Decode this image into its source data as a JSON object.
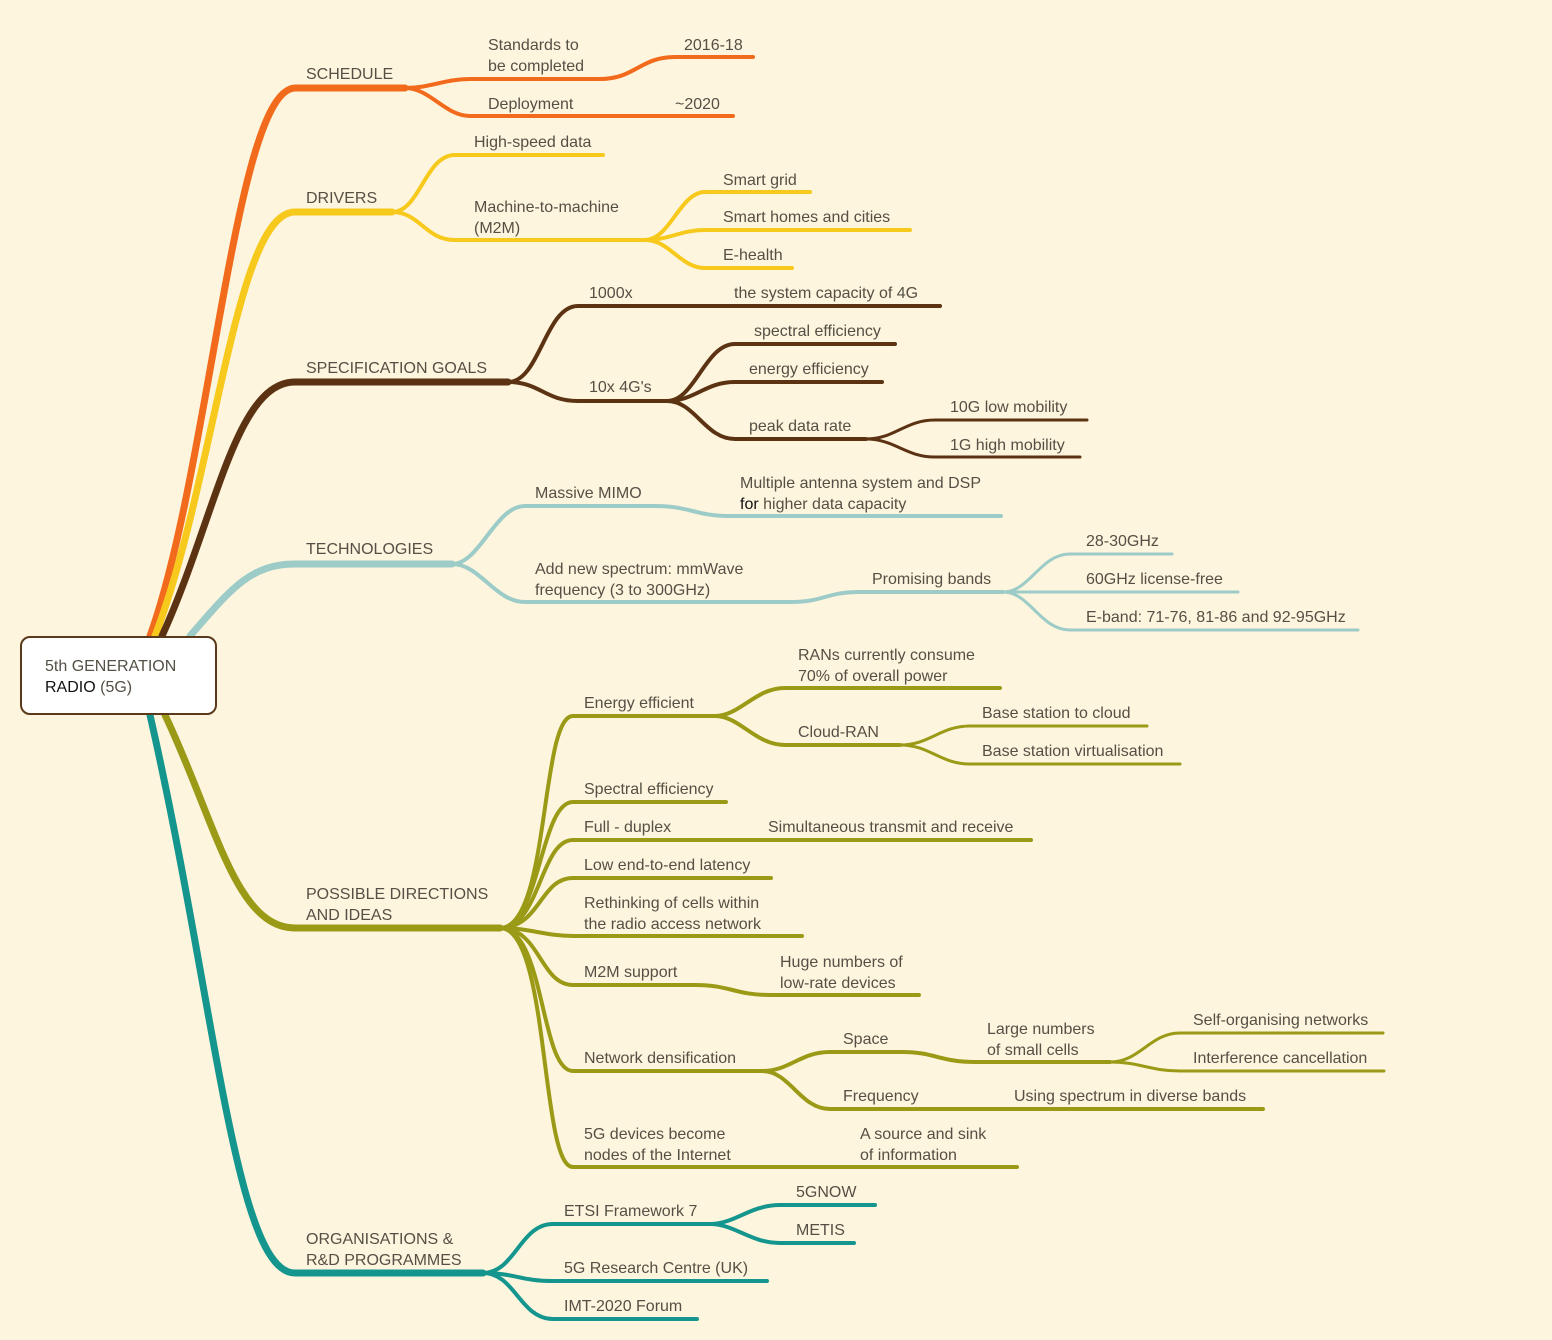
{
  "root": {
    "line1": "5th GENERATION",
    "line2a": "RADIO",
    "line2b": " (5G)"
  },
  "colors": {
    "schedule": "#f26a1b",
    "drivers": "#f7c91c",
    "specification": "#5c3312",
    "technologies": "#9ccbc8",
    "directions": "#9a9a16",
    "organisations": "#14968e",
    "text": "#555045",
    "background": "#fef5de"
  },
  "branches": {
    "schedule": {
      "label": "SCHEDULE",
      "standards": {
        "label": [
          "Standards to",
          "be completed"
        ],
        "value": "2016-18"
      },
      "deployment": {
        "label": "Deployment",
        "value": "~2020"
      }
    },
    "drivers": {
      "label": "DRIVERS",
      "high_speed": "High-speed data",
      "m2m": {
        "label": [
          "Machine-to-machine",
          "(M2M)"
        ],
        "children": [
          "Smart grid",
          "Smart homes and cities",
          "E-health"
        ]
      }
    },
    "specification": {
      "label": "SPECIFICATION GOALS",
      "capacity": {
        "label": "1000x",
        "value": "the system capacity of 4G"
      },
      "tenx": {
        "label": "10x 4G's",
        "spectral": "spectral efficiency",
        "energy": "energy efficiency",
        "peak": {
          "label": "peak data rate",
          "children": [
            "10G low mobility",
            "1G high mobility"
          ]
        }
      }
    },
    "technologies": {
      "label": "TECHNOLOGIES",
      "mimo": {
        "label": "Massive MIMO",
        "desc_line1": "Multiple antenna system and DSP",
        "desc_for": "for",
        "desc_rest": " higher data capacity"
      },
      "spectrum": {
        "label": [
          "Add new spectrum: mmWave",
          "frequency (3 to 300GHz)"
        ],
        "bands": {
          "label": "Promising bands",
          "children": [
            "28-30GHz",
            "60GHz license-free",
            "E-band: 71-76, 81-86 and 92-95GHz"
          ]
        }
      }
    },
    "directions": {
      "label": [
        "POSSIBLE DIRECTIONS",
        "AND IDEAS"
      ],
      "energy": {
        "label": "Energy efficient",
        "rans": [
          "RANs currently consume",
          "70% of overall power"
        ],
        "cloud": {
          "label": "Cloud-RAN",
          "children": [
            "Base station to cloud",
            "Base station virtualisation"
          ]
        }
      },
      "spectral": "Spectral efficiency",
      "duplex": {
        "label": "Full - duplex",
        "value": "Simultaneous transmit and receive"
      },
      "latency": "Low end-to-end latency",
      "rethinking": [
        "Rethinking of cells within",
        "the radio access network"
      ],
      "m2m": {
        "label": "M2M support",
        "value": [
          "Huge numbers of",
          "low-rate devices"
        ]
      },
      "densification": {
        "label": "Network densification",
        "space": {
          "label": "Space",
          "value": [
            "Large numbers",
            "of small cells"
          ],
          "children": [
            "Self-organising networks",
            "Interference cancellation"
          ]
        },
        "frequency": {
          "label": "Frequency",
          "value": "Using spectrum in diverse bands"
        }
      },
      "devices": {
        "label": [
          "5G devices become",
          "nodes of the Internet"
        ],
        "value": [
          "A source and sink",
          "of information"
        ]
      }
    },
    "organisations": {
      "label": [
        "ORGANISATIONS &",
        "R&D PROGRAMMES"
      ],
      "etsi": {
        "label": "ETSI Framework 7",
        "children": [
          "5GNOW",
          "METIS"
        ]
      },
      "research": "5G Research Centre (UK)",
      "imt": "IMT-2020 Forum"
    }
  }
}
